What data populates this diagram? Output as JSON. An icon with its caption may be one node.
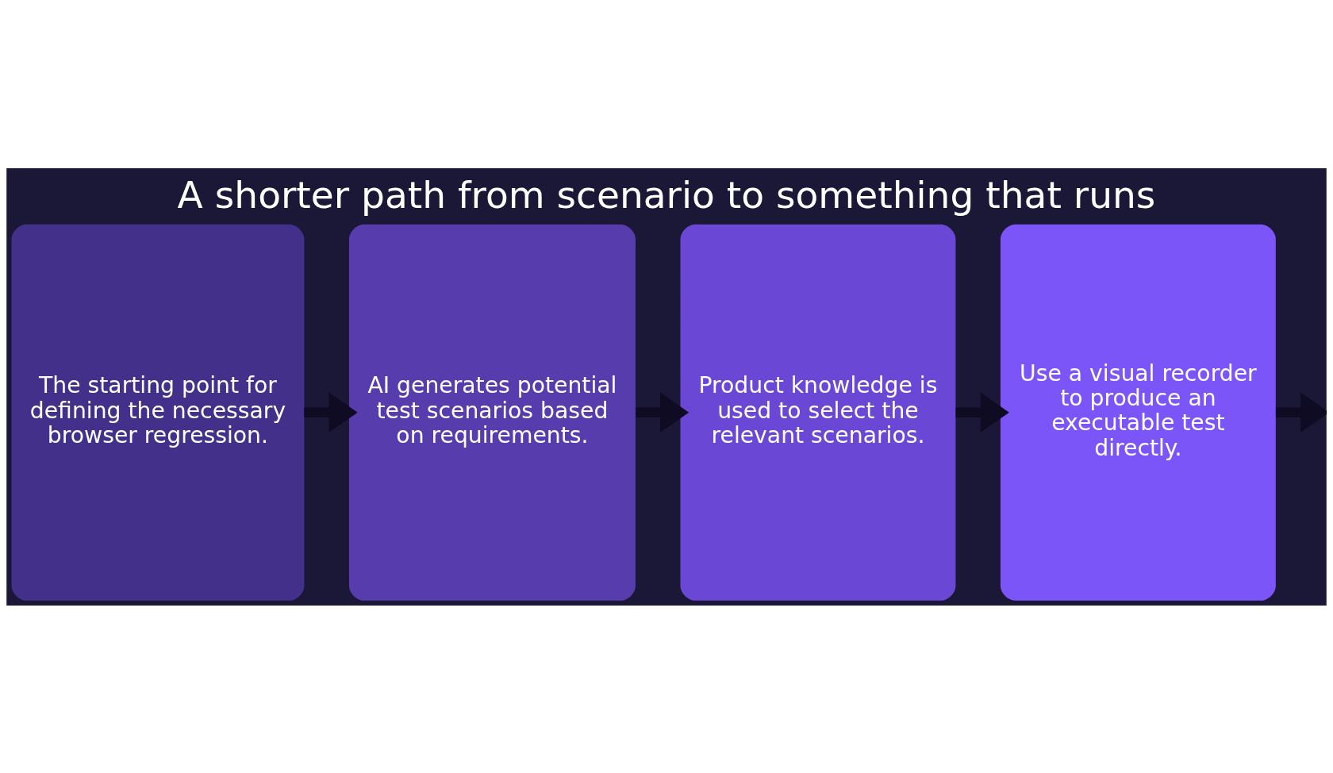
{
  "diagram": {
    "title": "A shorter path from scenario to something that runs",
    "nodes": [
      {
        "text": [
          "The starting point for defining the necessary browser regression."
        ]
      },
      {
        "text": [
          "AI generates potential test scenarios based on requirements."
        ]
      },
      {
        "text": [
          "Product knowledge is used to select the relevant scenarios."
        ]
      },
      {
        "text": [
          "Use a visual recorder to produce an executable test directly."
        ]
      }
    ],
    "edges": [
      {
        "from": 0,
        "to": 1,
        "arrow": "to"
      },
      {
        "from": 1,
        "to": 2,
        "arrow": "to"
      },
      {
        "from": 2,
        "to": 3,
        "arrow": "to"
      },
      {
        "from": 3,
        "to": null,
        "arrow": "to"
      }
    ]
  }
}
